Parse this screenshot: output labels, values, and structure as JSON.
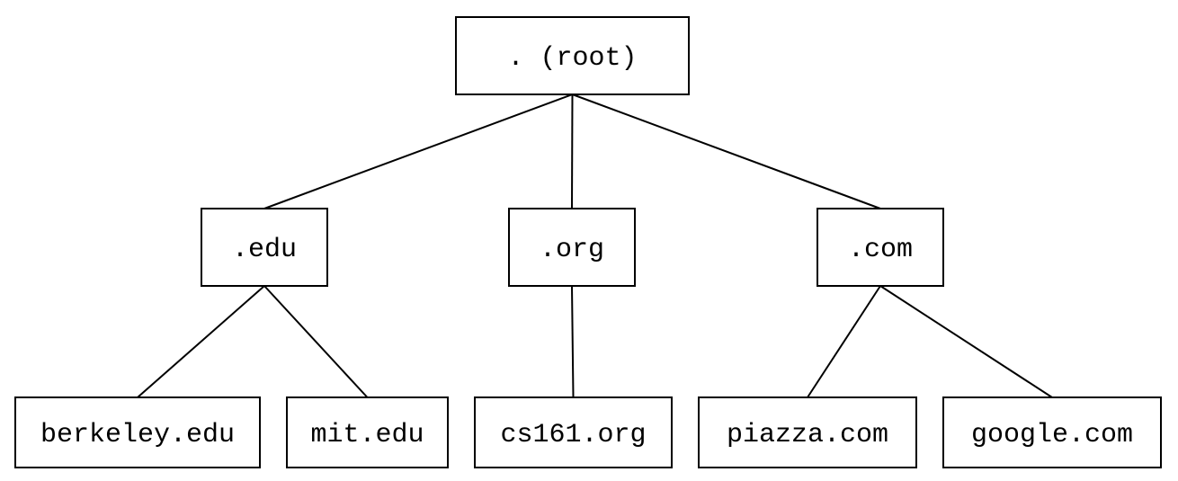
{
  "diagram": {
    "type": "tree",
    "nodes": [
      {
        "id": "root",
        "label": ". (root)",
        "level": 0
      },
      {
        "id": "edu",
        "label": ".edu",
        "level": 1,
        "parent": "root"
      },
      {
        "id": "org",
        "label": ".org",
        "level": 1,
        "parent": "root"
      },
      {
        "id": "com",
        "label": ".com",
        "level": 1,
        "parent": "root"
      },
      {
        "id": "berkeley",
        "label": "berkeley.edu",
        "level": 2,
        "parent": "edu"
      },
      {
        "id": "mit",
        "label": "mit.edu",
        "level": 2,
        "parent": "edu"
      },
      {
        "id": "cs161",
        "label": "cs161.org",
        "level": 2,
        "parent": "org"
      },
      {
        "id": "piazza",
        "label": "piazza.com",
        "level": 2,
        "parent": "com"
      },
      {
        "id": "google",
        "label": "google.com",
        "level": 2,
        "parent": "com"
      }
    ]
  }
}
